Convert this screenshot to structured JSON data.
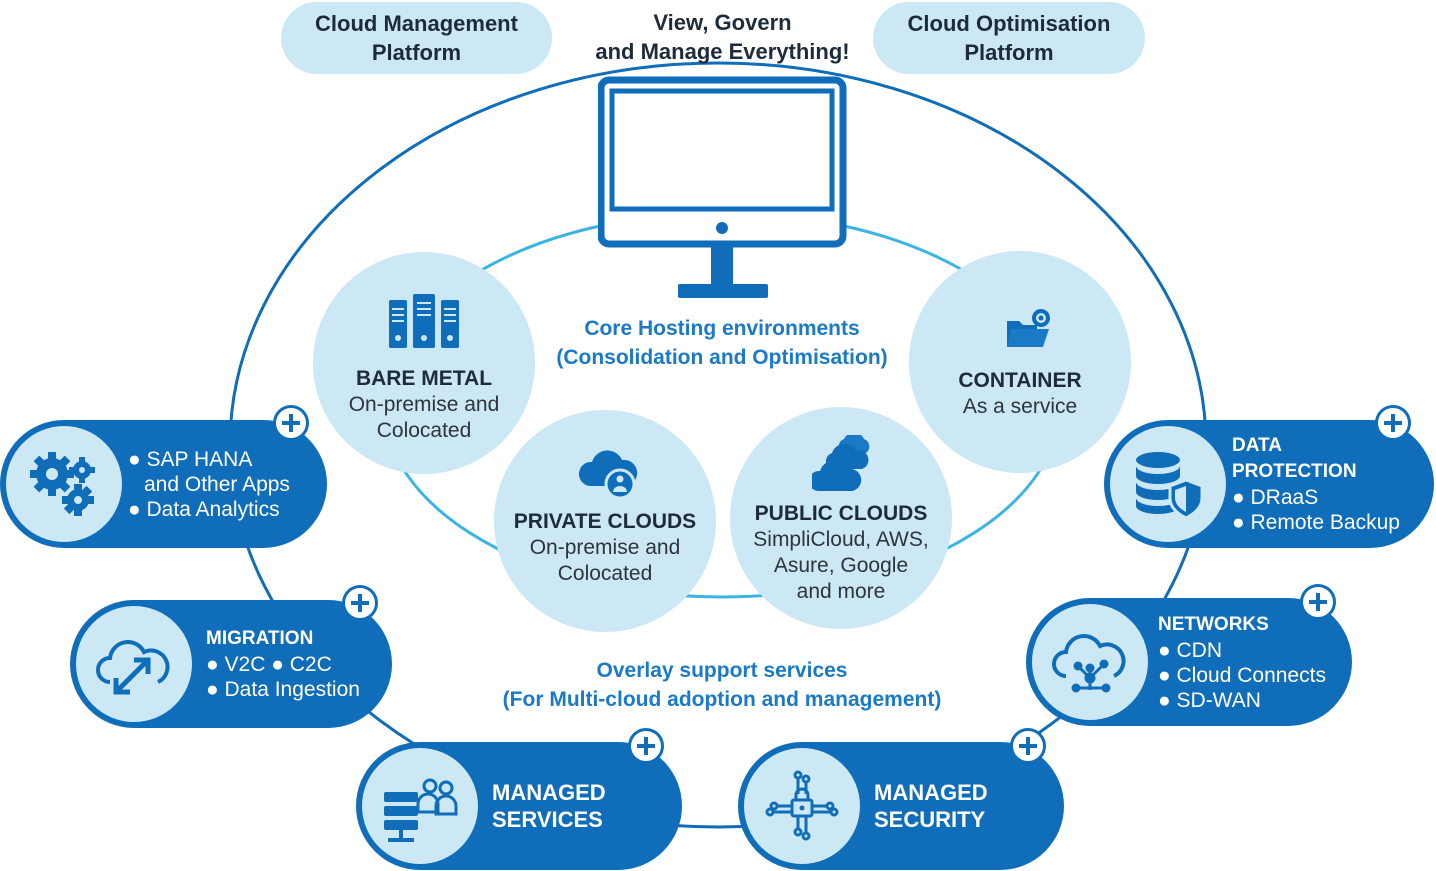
{
  "header": {
    "left_pill": [
      "Cloud Management",
      "Platform"
    ],
    "center": [
      "View, Govern",
      "and Manage Everything!"
    ],
    "right_pill": [
      "Cloud Optimisation",
      "Platform"
    ]
  },
  "core": {
    "title": [
      "Core Hosting environments",
      "(Consolidation and Optimisation)"
    ],
    "circles": [
      {
        "title": "BARE METAL",
        "lines": [
          "On-premise and",
          "Colocated"
        ],
        "icon": "server-rack-icon"
      },
      {
        "title": "CONTAINER",
        "lines": [
          "As a service"
        ],
        "icon": "folder-gear-icon"
      },
      {
        "title": "PRIVATE CLOUDS",
        "lines": [
          "On-premise and",
          "Colocated"
        ],
        "icon": "private-cloud-icon"
      },
      {
        "title": "PUBLIC CLOUDS",
        "lines": [
          "SimpliCloud, AWS,",
          "Asure, Google",
          "and more"
        ],
        "icon": "public-clouds-icon"
      }
    ]
  },
  "overlay": {
    "title": [
      "Overlay support services",
      "(For Multi-cloud adoption and management)"
    ]
  },
  "services": {
    "apps": {
      "heading": "",
      "items": [
        "● SAP HANA",
        "and Other Apps",
        "● Data Analytics"
      ],
      "icon": "gears-icon"
    },
    "migration": {
      "heading": "MIGRATION",
      "items": [
        "● V2C  ● C2C",
        "● Data Ingestion"
      ],
      "icon": "cloud-migration-icon"
    },
    "managed_services": {
      "heading": [
        "MANAGED",
        "SERVICES"
      ],
      "icon": "server-users-icon"
    },
    "managed_security": {
      "heading": [
        "MANAGED",
        "SECURITY"
      ],
      "icon": "circuit-lock-icon"
    },
    "networks": {
      "heading": "NETWORKS",
      "items": [
        "● CDN",
        "● Cloud Connects",
        "● SD-WAN"
      ],
      "icon": "cloud-network-icon"
    },
    "data_protection": {
      "heading": [
        "DATA",
        "PROTECTION"
      ],
      "items": [
        "● DRaaS",
        "● Remote Backup"
      ],
      "icon": "database-shield-icon"
    }
  },
  "colors": {
    "primary": "#0f6db9",
    "light": "#cbe8f4",
    "accent_text": "#1a7ac8",
    "ring": "#3bb4e2"
  }
}
